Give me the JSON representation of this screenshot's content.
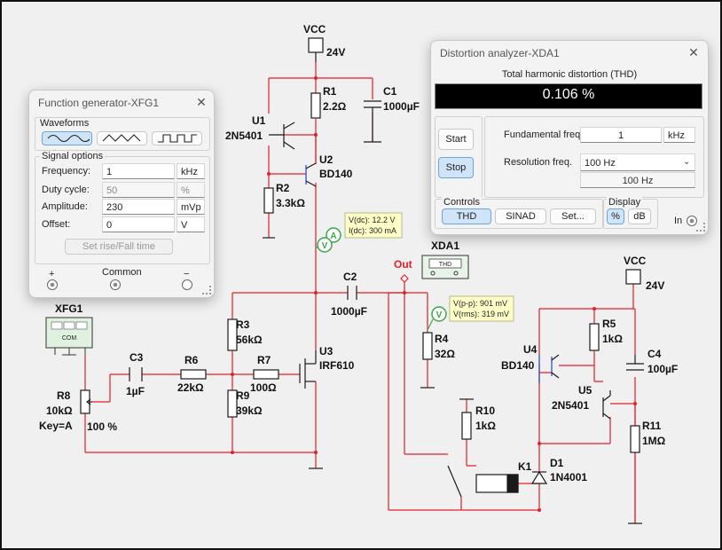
{
  "schematic": {
    "labels": {
      "vcc1": "VCC",
      "v24_1": "24V",
      "r1": "R1",
      "r1v": "2.2Ω",
      "c1": "C1",
      "c1v": "1000µF",
      "u1": "U1",
      "u1v": "2N5401",
      "u2": "U2",
      "u2v": "BD140",
      "r2": "R2",
      "r2v": "3.3kΩ",
      "c2": "C2",
      "c2v": "1000µF",
      "out": "Out",
      "xda1": "XDA1",
      "thd_box": "THD",
      "r4": "R4",
      "r4v": "32Ω",
      "xfg1": "XFG1",
      "com": "COM",
      "r3": "R3",
      "r3v": "56kΩ",
      "u3": "U3",
      "u3v": "IRF610",
      "c3": "C3",
      "c3v": "1µF",
      "r6": "R6",
      "r6v": "22kΩ",
      "r7": "R7",
      "r7v": "100Ω",
      "r9": "R9",
      "r9v": "39kΩ",
      "r8": "R8",
      "r8v": "10kΩ",
      "r8key": "Key=A",
      "r8pct": "100 %",
      "vcc2": "VCC",
      "v24_2": "24V",
      "r5": "R5",
      "r5v": "1kΩ",
      "c4": "C4",
      "c4v": "100µF",
      "u4": "U4",
      "u4v": "BD140",
      "u5": "U5",
      "u5v": "2N5401",
      "r10": "R10",
      "r10v": "1kΩ",
      "r11": "R11",
      "r11v": "1MΩ",
      "k1": "K1",
      "d1": "D1",
      "d1v": "1N4001"
    },
    "probe_a": {
      "line1": "V(dc): 12.2 V",
      "line2": "I(dc): 300 mA"
    },
    "probe_v": {
      "line1": "V(p-p): 901 mV",
      "line2": "V(rms): 319 mV"
    },
    "colors": {
      "wire": "#e0202a",
      "component": "#1a1a1a",
      "probe": "#3aa64a",
      "probe_bg": "#ffffc8",
      "transistor_accent": "#1f3fd0"
    }
  },
  "function_generator": {
    "title": "Function generator-XFG1",
    "close": "✕",
    "waveforms_label": "Waveforms",
    "waveforms": [
      "sine-wave-icon",
      "triangle-wave-icon",
      "square-wave-icon"
    ],
    "signal_options_label": "Signal options",
    "rows": [
      {
        "label": "Frequency:",
        "value": "1",
        "unit": "kHz",
        "enabled": true
      },
      {
        "label": "Duty cycle:",
        "value": "50",
        "unit": "%",
        "enabled": false
      },
      {
        "label": "Amplitude:",
        "value": "230",
        "unit": "mVp",
        "enabled": true
      },
      {
        "label": "Offset:",
        "value": "0",
        "unit": "V",
        "enabled": true
      }
    ],
    "rise_fall_button": "Set rise/Fall time",
    "terminals": {
      "plus": "+",
      "common": "Common",
      "minus": "−"
    }
  },
  "distortion_analyzer": {
    "title": "Distortion analyzer-XDA1",
    "close": "✕",
    "display_caption": "Total harmonic distortion (THD)",
    "reading": "0.106 %",
    "start_button": "Start",
    "stop_button": "Stop",
    "fundamental_label": "Fundamental freq.",
    "fundamental_value": "1",
    "fundamental_unit": "kHz",
    "resolution_label": "Resolution freq.",
    "resolution_selected": "100 Hz",
    "resolution_readout": "100 Hz",
    "controls_label": "Controls",
    "thd_button": "THD",
    "sinad_button": "SINAD",
    "set_button": "Set...",
    "display_label": "Display",
    "percent_button": "%",
    "db_button": "dB",
    "in_label": "In"
  }
}
